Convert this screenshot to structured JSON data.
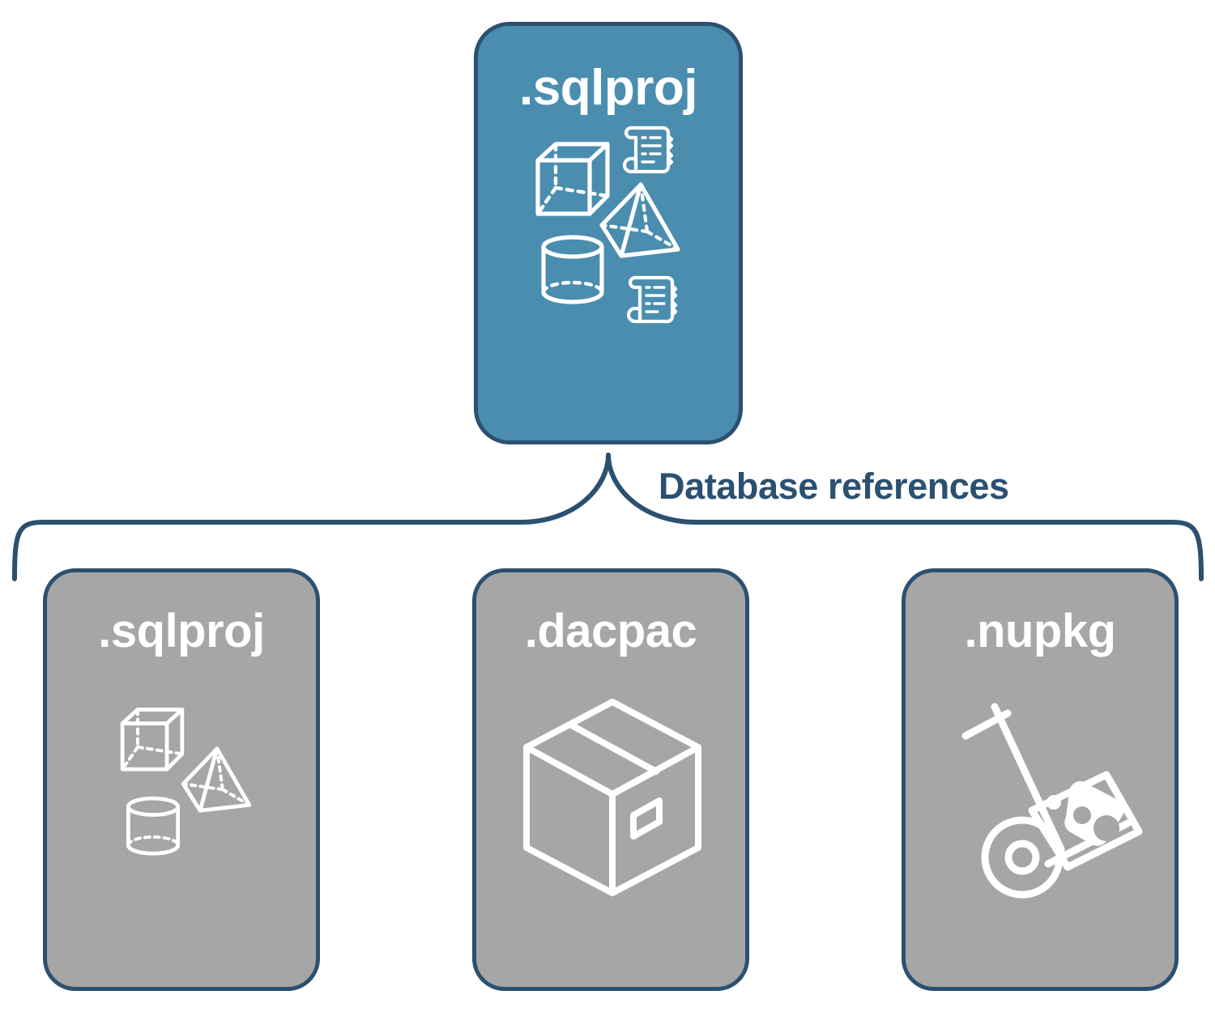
{
  "diagram": {
    "title_text": "Database references",
    "colors": {
      "primary_card_fill": "#4a8daf",
      "secondary_card_fill": "#a6a6a6",
      "border": "#2c5070",
      "label_text": "#2c5070",
      "icon_stroke": "#ffffff",
      "background": "#ffffff"
    },
    "root": {
      "label": ".sqlproj",
      "icons": [
        "cube-icon",
        "script-scroll-icon",
        "pyramid-icon",
        "cylinder-icon",
        "script-scroll-icon"
      ]
    },
    "connector": {
      "label": "Database references",
      "type": "brace-bracket",
      "branches": 3
    },
    "references": [
      {
        "label": ".sqlproj",
        "icons": [
          "cube-icon",
          "pyramid-icon",
          "cylinder-icon"
        ]
      },
      {
        "label": ".dacpac",
        "icons": [
          "package-box-icon"
        ]
      },
      {
        "label": ".nupkg",
        "icons": [
          "hand-truck-icon",
          "nuget-package-icon"
        ]
      }
    ]
  }
}
